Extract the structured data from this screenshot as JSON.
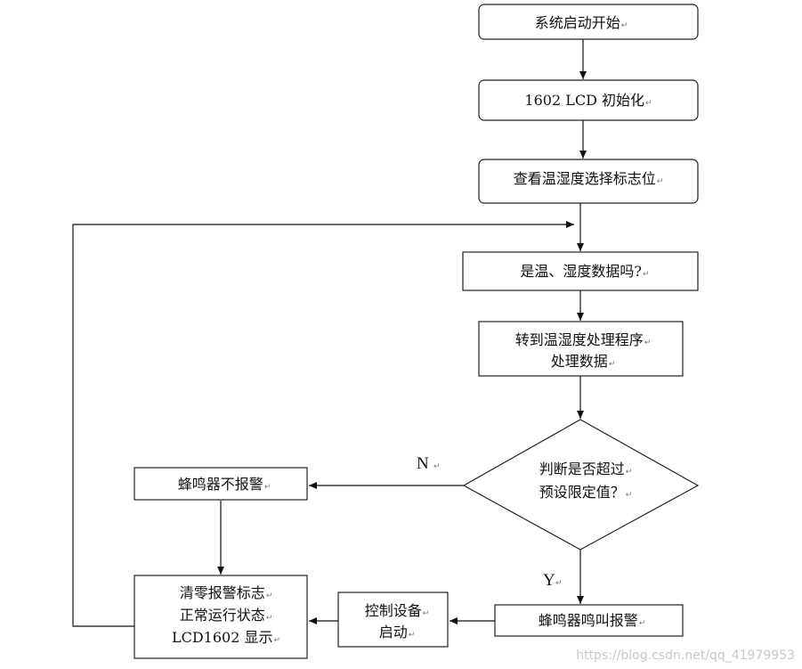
{
  "nodes": {
    "start": {
      "lines": [
        "系统启动开始"
      ]
    },
    "lcd_init": {
      "lines": [
        "1602 LCD 初始化"
      ]
    },
    "check_flag": {
      "lines": [
        "查看温湿度选择标志位"
      ]
    },
    "is_data": {
      "lines": [
        "是温、湿度数据吗?"
      ]
    },
    "process": {
      "lines": [
        "转到温湿度处理程序",
        "处理数据"
      ]
    },
    "judge": {
      "lines": [
        "判断是否超过",
        "预设限定值？"
      ]
    },
    "no_alarm": {
      "lines": [
        "蜂鸣器不报警"
      ]
    },
    "alarm": {
      "lines": [
        "蜂鸣器鸣叫报警"
      ]
    },
    "control": {
      "lines": [
        "控制设备",
        "启动"
      ]
    },
    "clear": {
      "lines": [
        "清零报警标志",
        "正常运行状态",
        "LCD1602 显示"
      ]
    }
  },
  "edge_labels": {
    "no": "N",
    "yes": "Y"
  },
  "watermark": "https://blog.csdn.net/qq_41979953"
}
